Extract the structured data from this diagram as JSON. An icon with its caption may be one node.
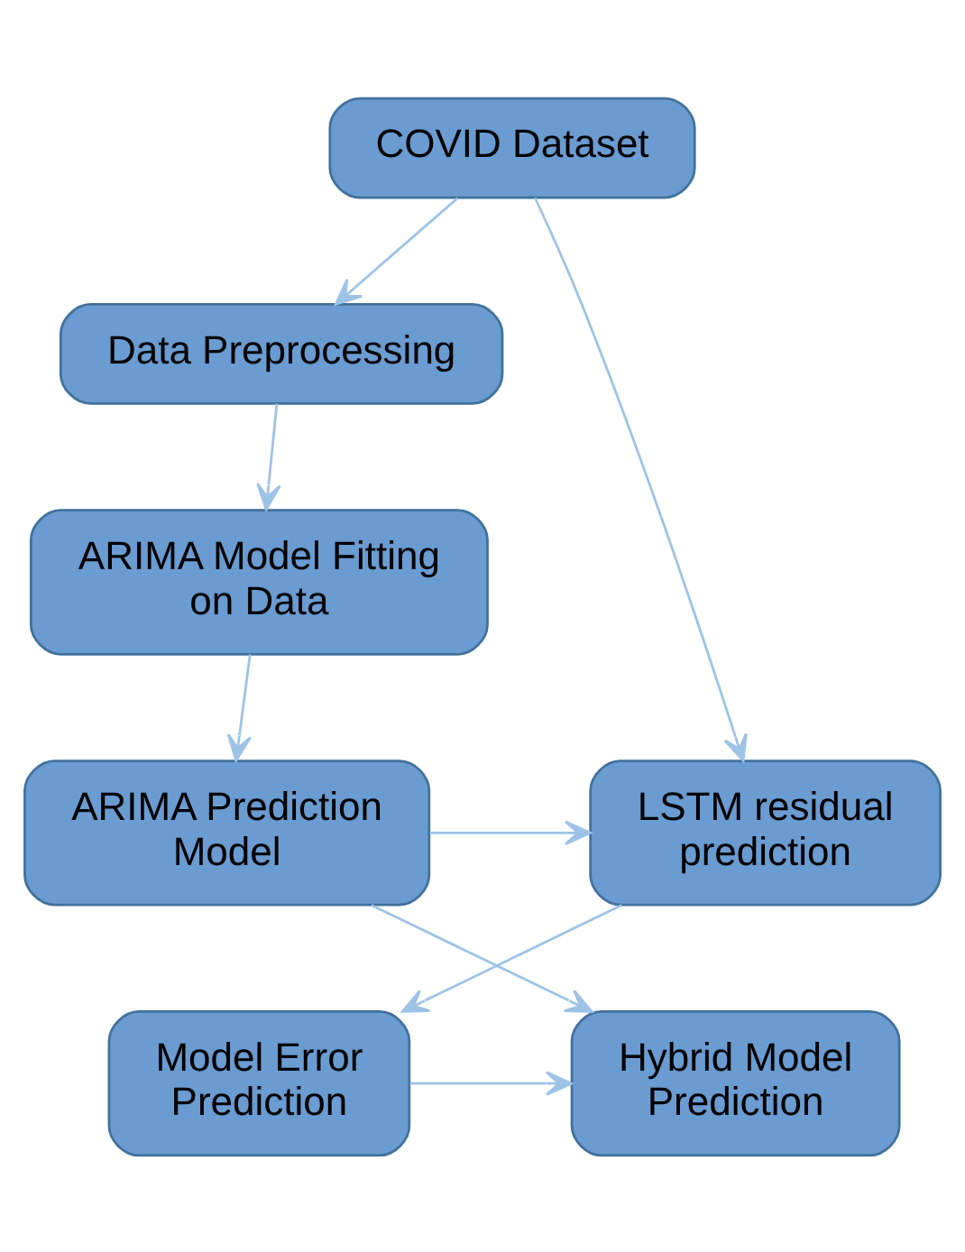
{
  "diagram": {
    "nodes": [
      {
        "text": [
          "COVID Dataset"
        ]
      },
      {
        "text": [
          "Data Preprocessing"
        ]
      },
      {
        "text": [
          "ARIMA Model Fitting on Data"
        ]
      },
      {
        "text": [
          "ARIMA Prediction Model"
        ]
      },
      {
        "text": [
          "LSTM residual prediction"
        ]
      },
      {
        "text": [
          "Hybrid Model Prediction"
        ]
      },
      {
        "text": [
          "Model Error Prediction"
        ]
      }
    ],
    "edges": [
      {
        "from": 0,
        "to": 1,
        "arrow": "to"
      },
      {
        "from": 1,
        "to": 2,
        "arrow": "to"
      },
      {
        "from": 2,
        "to": 3,
        "arrow": "to"
      },
      {
        "from": 0,
        "to": 4,
        "arrow": "to"
      },
      {
        "from": 3,
        "to": 4,
        "arrow": "to"
      },
      {
        "from": 3,
        "to": 5,
        "arrow": "to"
      },
      {
        "from": 4,
        "to": 6,
        "arrow": "to"
      },
      {
        "from": 6,
        "to": 5,
        "arrow": "to"
      }
    ]
  }
}
